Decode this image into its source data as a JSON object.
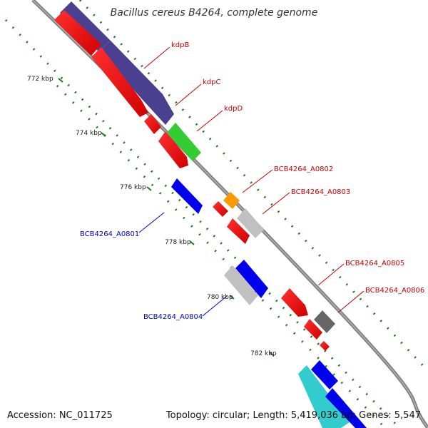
{
  "title": "Bacillus cereus B4264, complete genome",
  "footer": {
    "accession": "Accession: NC_011725",
    "summary": "Topology: circular; Length: 5,419,036 bp; Genes: 5,547"
  },
  "ticks": [
    {
      "label": "772 kbp"
    },
    {
      "label": "774 kbp"
    },
    {
      "label": "776 kbp"
    },
    {
      "label": "778 kbp"
    },
    {
      "label": "780 kbp"
    },
    {
      "label": "782 kbp"
    }
  ],
  "genes": [
    {
      "name": "kdpB",
      "color": "#cc0000"
    },
    {
      "name": "kdpC",
      "color": "#cc0000"
    },
    {
      "name": "kdpD",
      "color": "#cc0000"
    },
    {
      "name": "BCB4264_A0802",
      "color": "#cc0000"
    },
    {
      "name": "BCB4264_A0803",
      "color": "#cc0000"
    },
    {
      "name": "BCB4264_A0801",
      "color": "#0000cc"
    },
    {
      "name": "BCB4264_A0804",
      "color": "#0000cc"
    },
    {
      "name": "BCB4264_A0805",
      "color": "#cc0000"
    },
    {
      "name": "BCB4264_A0806",
      "color": "#cc0000"
    }
  ],
  "colors": {
    "backbone": "#808080",
    "tick": "#1f7a1f",
    "red_cds": "#ff0000",
    "blue_cds": "#0000ee",
    "purple_cds": "#4b3f8f",
    "green_cds": "#33cc33",
    "orange_cds": "#ff9900",
    "gray_cds": "#c0c0c0",
    "darkgray_cds": "#666666",
    "cyan_cds": "#33cccc"
  }
}
